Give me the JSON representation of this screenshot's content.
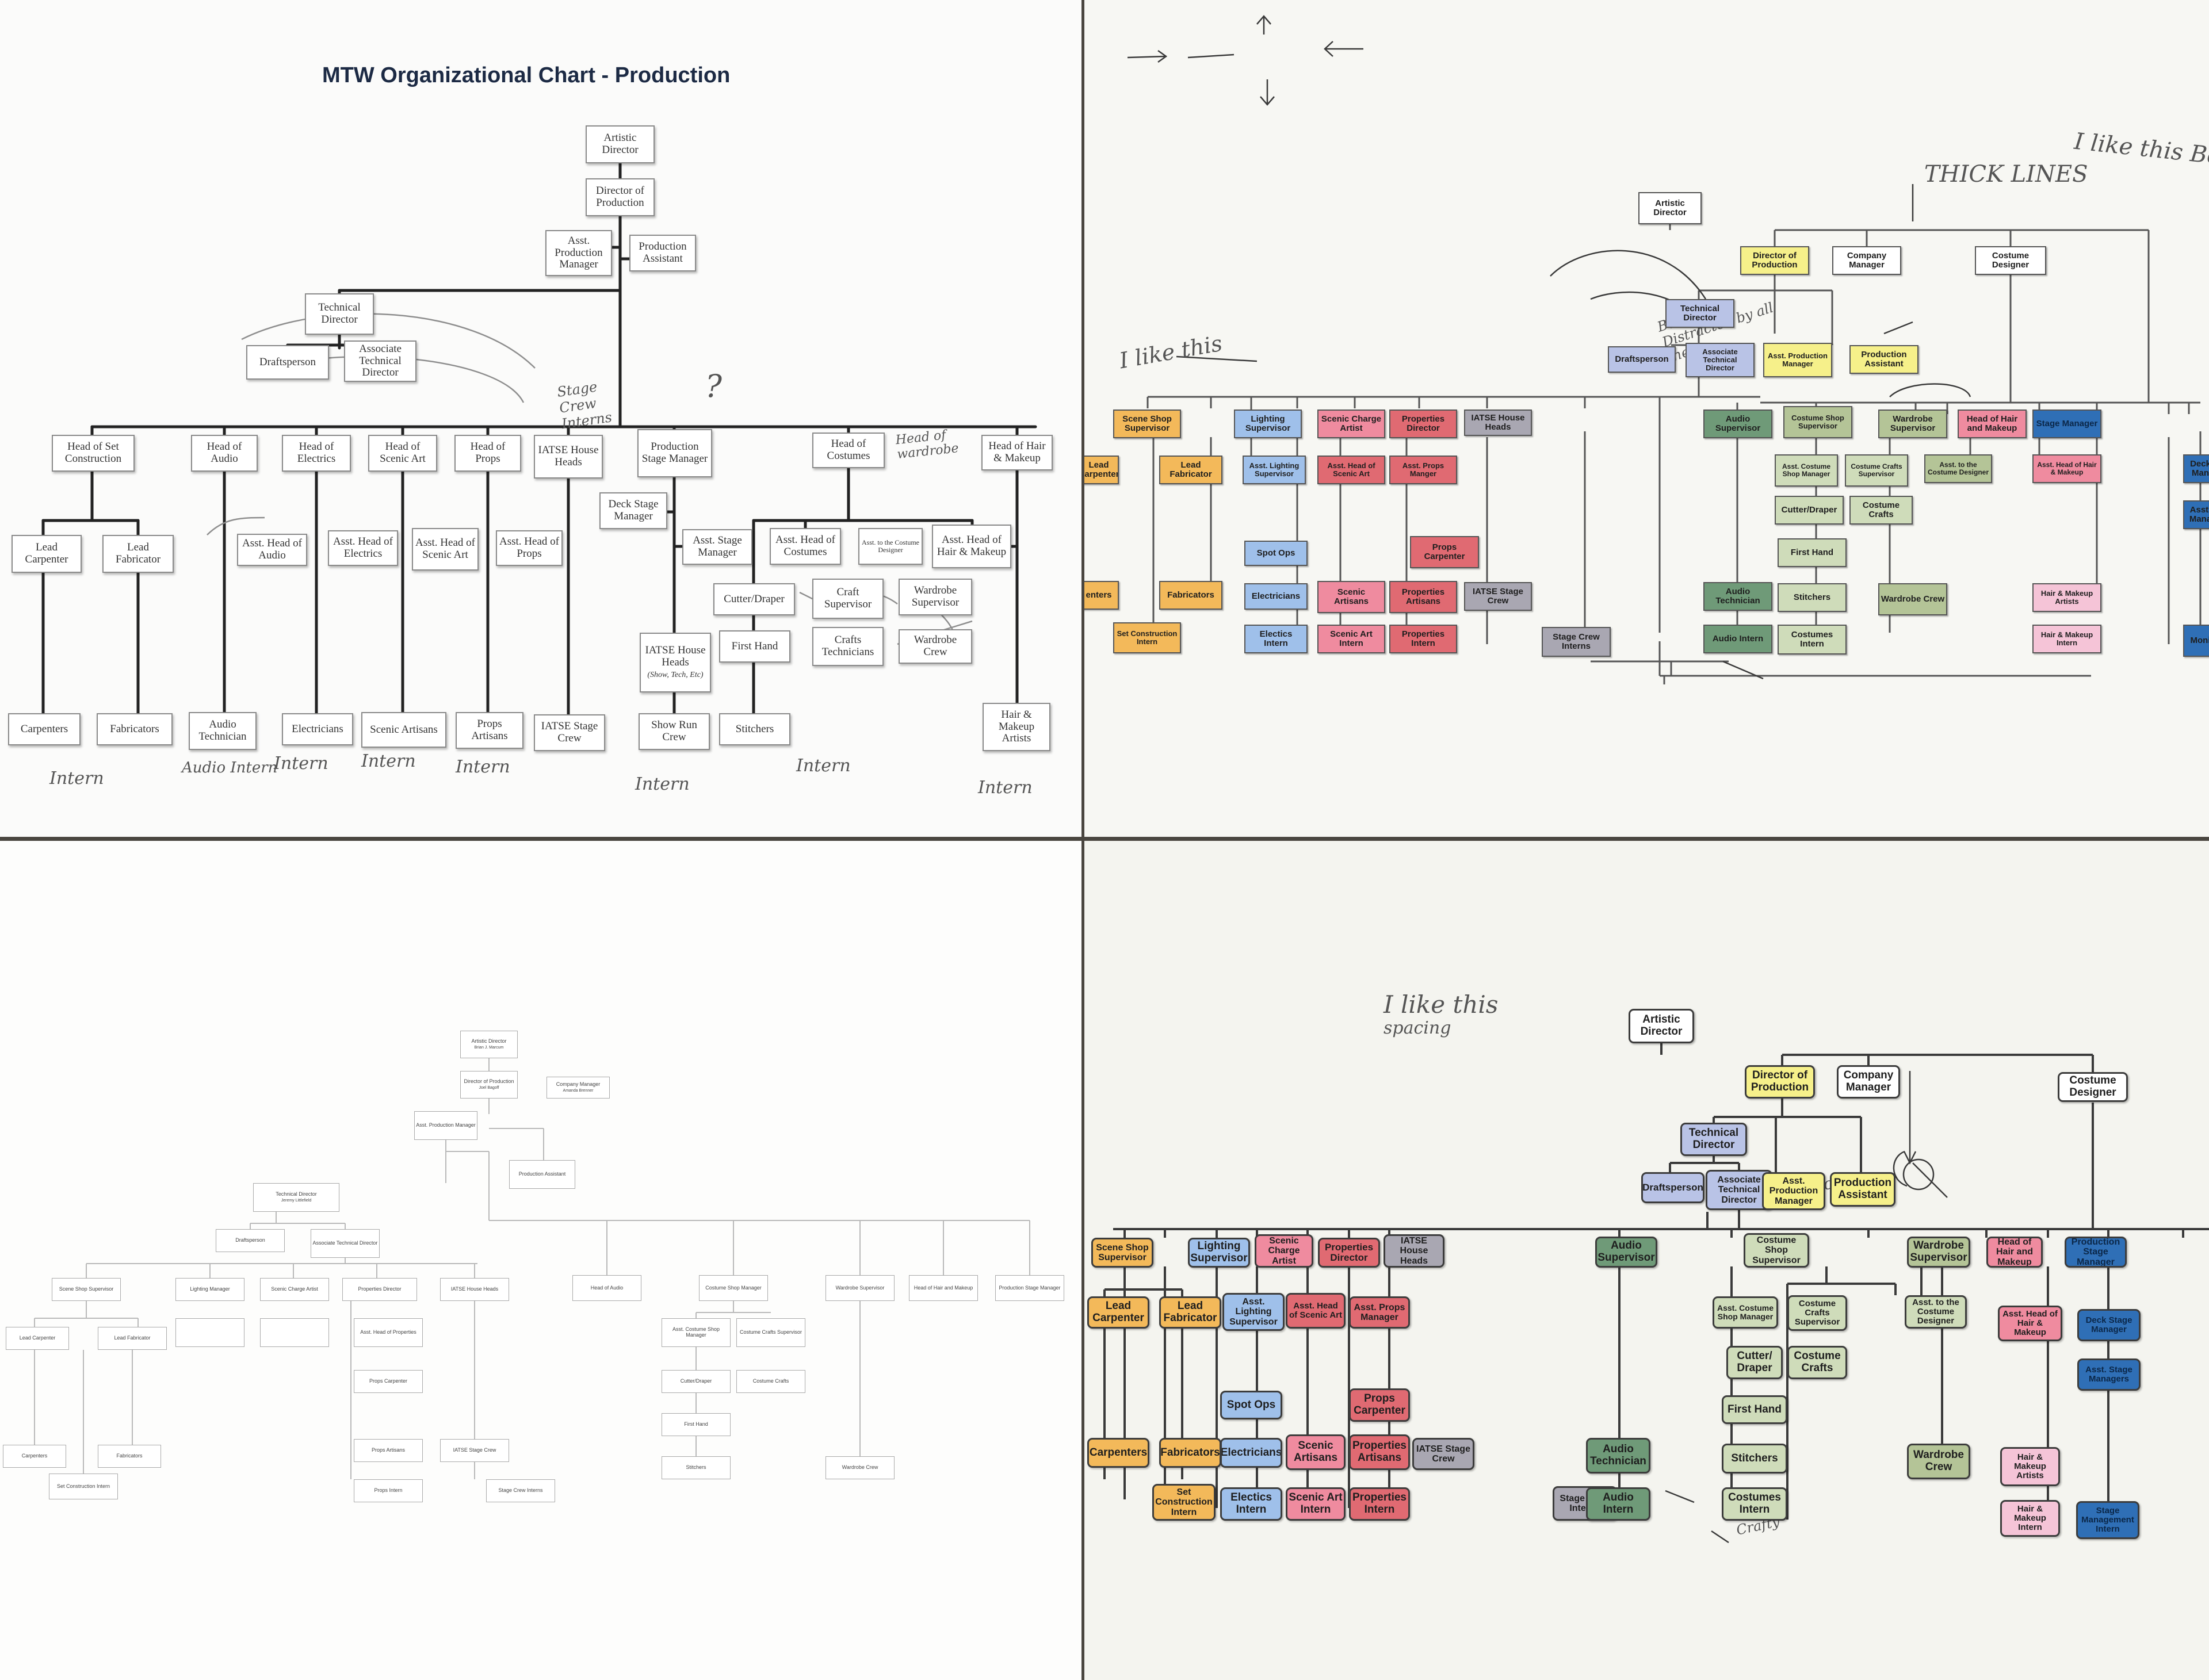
{
  "sheet1": {
    "title": "MTW Organizational Chart - Production",
    "nodes": {
      "artistic_director": "Artistic Director",
      "director_of_production": "Director of Production",
      "asst_production_manager": "Asst. Production Manager",
      "production_assistant": "Production Assistant",
      "technical_director": "Technical Director",
      "draftsperson": "Draftsperson",
      "associate_technical_director": "Associate Technical Director",
      "head_set_construction": "Head of Set Construction",
      "head_audio": "Head of Audio",
      "head_electrics": "Head of Electrics",
      "head_scenic_art": "Head of Scenic Art",
      "head_props": "Head of Props",
      "iatse_house_heads": "IATSE House Heads",
      "production_stage_manager": "Production Stage Manager",
      "head_costumes": "Head of Costumes",
      "head_hair_makeup": "Head of Hair & Makeup",
      "lead_carpenter": "Lead Carpenter",
      "lead_fabricator": "Lead Fabricator",
      "asst_head_audio": "Asst. Head of Audio",
      "asst_head_electrics": "Asst. Head of Electrics",
      "asst_head_scenic_art": "Asst. Head of Scenic Art",
      "asst_head_props": "Asst. Head of Props",
      "deck_stage_manager": "Deck Stage Manager",
      "asst_stage_manager": "Asst. Stage Manager",
      "asst_head_costumes": "Asst. Head of Costumes",
      "asst_costume_designer": "Asst. to the Costume Designer",
      "asst_head_hair_makeup": "Asst. Head of Hair & Makeup",
      "cutter_draper": "Cutter/Draper",
      "wardrobe_supervisor": "Wardrobe Supervisor",
      "first_hand": "First Hand",
      "crafts_technicians": "Crafts Technicians",
      "wardrobe_crew": "Wardrobe Crew",
      "iatse_house_heads_show": "IATSE House Heads",
      "iatse_show_note": "(Show, Tech, Etc)",
      "carpenters": "Carpenters",
      "fabricators": "Fabricators",
      "audio_technician": "Audio Technician",
      "electricians": "Electricians",
      "scenic_artisans": "Scenic Artisans",
      "props_artisans": "Props Artisans",
      "iatse_stage_crew": "IATSE Stage Crew",
      "show_run_crew": "Show Run Crew",
      "stitchers": "Stitchers",
      "hair_makeup_artists": "Hair & Makeup Artists"
    },
    "notes": {
      "intern": "Intern",
      "audio_intern": "Audio Intern",
      "stage_crew_interns": "Stage Crew Interns",
      "head_of_wardrobe": "Head of wardrobe",
      "craft_supervisor": "Craft Supervisor",
      "question": "?"
    }
  },
  "sheet2": {
    "nodes": {
      "artistic_director": "Artistic Director",
      "director_of_production": "Director of Production",
      "company_manager": "Company Manager",
      "costume_designer": "Costume Designer",
      "technical_director": "Technical Director",
      "draftsperson": "Draftsperson",
      "associate_technical_director": "Associate Technical Director",
      "asst_production_manager": "Asst. Production Manager",
      "production_assistant": "Production Assistant",
      "scene_shop_supervisor": "Scene Shop Supervisor",
      "lighting_supervisor": "Lighting Supervisor",
      "scenic_charge_artist": "Scenic Charge Artist",
      "properties_director": "Properties Director",
      "iatse_house_heads": "IATSE House Heads",
      "audio_supervisor": "Audio Supervisor",
      "costume_shop_supervisor": "Costume Shop Supervisor",
      "wardrobe_supervisor": "Wardrobe Supervisor",
      "head_hair_makeup": "Head of Hair and Makeup",
      "stage_manager": "Stage Manager",
      "lead_carpenter": "Lead Carpenter",
      "lead_fabricator": "Lead Fabricator",
      "asst_lighting_supervisor": "Asst. Lighting Supervisor",
      "asst_head_scenic_art": "Asst. Head of Scenic Art",
      "asst_props_manager": "Asst. Props Manger",
      "asst_costume_shop_manager": "Asst. Costume Shop Manager",
      "costume_crafts_supervisor": "Costume Crafts Supervisor",
      "asst_costume_designer": "Asst. to the Costume Designer",
      "asst_head_hair_makeup": "Asst. Head of Hair & Makeup",
      "deck_manager": "Deck Man",
      "asst_manager": "Asst. Mana",
      "cutter_draper": "Cutter/Draper",
      "costume_crafts": "Costume Crafts",
      "props_carpenter": "Props Carpenter",
      "spot_ops": "Spot Ops",
      "first_hand": "First Hand",
      "carpenters": "enters",
      "fabricators": "Fabricators",
      "electricians": "Electricians",
      "scenic_artisans": "Scenic Artisans",
      "properties_artisans": "Properties Artisans",
      "iatse_stage_crew": "IATSE Stage Crew",
      "audio_technician": "Audio Technician",
      "stitchers": "Stitchers",
      "wardrobe_crew": "Wardrobe Crew",
      "hair_makeup_artists": "Hair & Makeup Artists",
      "set_construction_intern": "Set Construction Intern",
      "electrics_intern": "Electics Intern",
      "scenic_art_intern": "Scenic Art Intern",
      "properties_intern": "Properties Intern",
      "stage_crew_interns": "Stage Crew Interns",
      "audio_intern": "Audio Intern",
      "costumes_intern": "Costumes Intern",
      "hair_makeup_intern": "Hair & Makeup Intern",
      "monitor": "Moni"
    },
    "notes": {
      "thick_lines": "THICK LINES",
      "i_like_this_better": "I like this Better",
      "i_like_this": "I like this",
      "but_im_distracted": "But I'm Distracted by all the..."
    }
  },
  "sheet3": {
    "nodes": {
      "artistic_director": "Artistic Director",
      "artistic_director_name": "Brian J. Marcum",
      "director_of_production": "Director of Production",
      "director_of_production_name": "Joel Bagoff",
      "company_manager": "Company Manager",
      "company_manager_name": "Amanda Brenner",
      "asst_production_manager": "Asst. Production Manager",
      "production_assistant": "Production Assistant",
      "technical_director": "Technical Director",
      "technical_director_name": "Jeremy Littlefield",
      "draftsperson": "Draftsperson",
      "associate_technical_director": "Associate Technical Director",
      "scene_shop_supervisor": "Scene Shop Supervisor",
      "lighting_manager": "Lighting Manager",
      "scenic_charge_artist": "Scenic Charge Artist",
      "properties_director": "Properties Director",
      "iatse_house_heads": "IATSE House Heads",
      "head_of_audio": "Head of Audio",
      "costume_shop_manager": "Costume Shop Manager",
      "wardrobe_supervisor": "Wardrobe Supervisor",
      "head_hair_makeup": "Head of Hair and Makeup",
      "production_stage_manager": "Production Stage Manager",
      "lead_carpenter": "Lead Carpenter",
      "lead_fabricator": "Lead Fabricator",
      "asst_head_properties": "Asst. Head of Properties",
      "asst_costume_shop_manager": "Asst. Costume Shop Manager",
      "costume_crafts_supervisor": "Costume Crafts Supervisor",
      "props_carpenter": "Props Carpenter",
      "cutter_draper": "Cutter/Draper",
      "costume_crafts": "Costume Crafts",
      "first_hand": "First Hand",
      "carpenters": "Carpenters",
      "fabricators": "Fabricators",
      "props_artisans": "Props Artisans",
      "iatse_stage_crew": "IATSE Stage Crew",
      "stitchers": "Stitchers",
      "wardrobe_crew": "Wardrobe Crew",
      "set_construction_intern": "Set Construction Intern",
      "props_intern": "Props Intern",
      "stage_crew_interns": "Stage Crew Interns"
    }
  },
  "sheet4": {
    "nodes": {
      "artistic_director": "Artistic Director",
      "director_of_production": "Director of Production",
      "company_manager": "Company Manager",
      "costume_designer": "Costume Designer",
      "technical_director": "Technical Director",
      "draftsperson": "Draftsperson",
      "associate_technical_director": "Associate Technical Director",
      "asst_production_manager": "Asst. Production Manager",
      "production_assistant": "Production Assistant",
      "scene_shop_supervisor": "Scene Shop Supervisor",
      "lighting_supervisor": "Lighting Supervisor",
      "scenic_charge_artist": "Scenic Charge Artist",
      "properties_director": "Properties Director",
      "iatse_house_heads": "IATSE House Heads",
      "audio_supervisor": "Audio Supervisor",
      "costume_shop_supervisor": "Costume Shop Supervisor",
      "asst_costume_designer": "Asst. to the Costume Designer",
      "wardrobe_supervisor": "Wardrobe Supervisor",
      "head_hair_makeup": "Head of Hair and Makeup",
      "stage_manager": "Production Stage Manager",
      "lead_carpenter": "Lead Carpenter",
      "lead_fabricator": "Lead Fabricator",
      "asst_lighting_supervisor": "Asst. Lighting Supervisor",
      "asst_head_scenic_art": "Asst. Head of Scenic Art",
      "asst_props_manager": "Asst. Props Manager",
      "asst_costume_shop_manager": "Asst. Costume Shop Manager",
      "costume_crafts_supervisor": "Costume Crafts Supervisor",
      "asst_head_hair_makeup": "Asst. Head of Hair & Makeup",
      "deck_stage_manager": "Deck Stage Manager",
      "asst_stage_managers": "Asst. Stage Managers",
      "cutter_draper": "Cutter/ Draper",
      "costume_crafts": "Costume Crafts",
      "spot_ops": "Spot Ops",
      "props_carpenter": "Props Carpenter",
      "first_hand": "First Hand",
      "carpenters": "Carpenters",
      "fabricators": "Fabricators",
      "electricians": "Electricians",
      "scenic_artisans": "Scenic Artisans",
      "properties_artisans": "Properties Artisans",
      "iatse_stage_crew": "IATSE Stage Crew",
      "audio_technician": "Audio Technician",
      "stitchers": "Stitchers",
      "wardrobe_crew": "Wardrobe Crew",
      "hair_makeup_artists": "Hair & Makeup Artists",
      "set_construction_intern": "Set Construction Intern",
      "electrics_intern": "Electics Intern",
      "scenic_art_intern": "Scenic Art Intern",
      "properties_intern": "Properties Intern",
      "stage_crew_interns": "Stage Crew Interns",
      "audio_intern": "Audio Intern",
      "costumes_intern": "Costumes Intern",
      "hair_makeup_intern": "Hair & Makeup Intern",
      "stage_management_intern": "Stage Management Intern"
    },
    "notes": {
      "i_like_this": "I like this",
      "spacing": "spacing",
      "felt_crafty": "Felt Crafty",
      "cross": "Cross"
    }
  },
  "colors": {
    "yellow": "#f6f08a",
    "white": "#ffffff",
    "lavender": "#b9c3e6",
    "orange": "#f3b95a",
    "blue": "#9fc0ea",
    "pink": "#ef8b9f",
    "red": "#e06a72",
    "gray": "#a9a7b2",
    "green": "#6f9a78",
    "sage": "#cfdcba",
    "olive": "#b4c497",
    "lightpink": "#f5c4d7",
    "navy": "#2f6fb6"
  }
}
